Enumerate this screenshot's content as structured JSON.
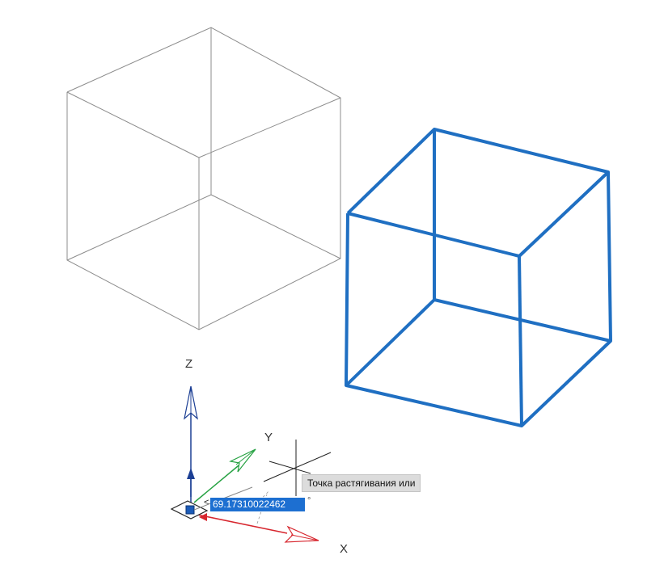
{
  "axes": {
    "z_label": "Z",
    "y_label": "Y",
    "x_label": "X"
  },
  "tooltip": {
    "text": "Точка растягивания или"
  },
  "dynamic_input": {
    "value": "69.17310022462",
    "unit_symbol": "°",
    "prompt_symbol": "<"
  },
  "colors": {
    "background": "#ffffff",
    "wire_cube": "#8c8c8c",
    "selected_cube": "#1f6fc2",
    "gizmo_z": "#1c3f94",
    "gizmo_y": "#27a243",
    "gizmo_x": "#d7262e",
    "input_highlight": "#1d6fd1"
  },
  "icons": {
    "gizmo_origin": "gizmo-origin-icon",
    "cursor_crosshair": "crosshair-cursor-icon"
  }
}
